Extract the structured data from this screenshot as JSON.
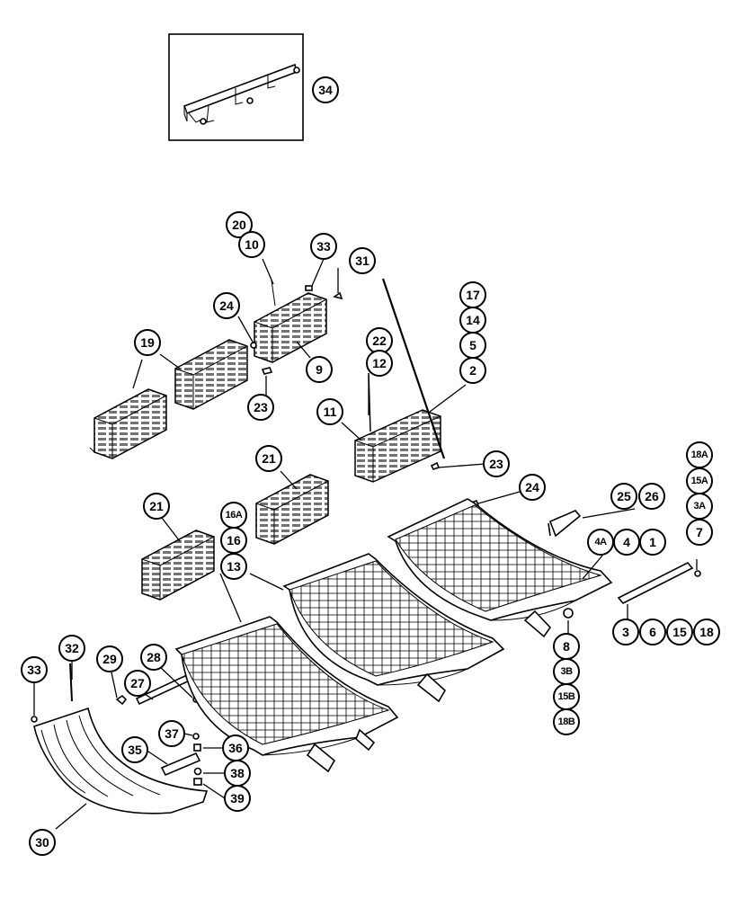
{
  "diagram": {
    "callouts": {
      "c34": "34",
      "c20": "20",
      "c10": "10",
      "c33a": "33",
      "c31": "31",
      "c24a": "24",
      "c19": "19",
      "c9": "9",
      "c23a": "23",
      "c22": "22",
      "c12": "12",
      "c11": "11",
      "c17": "17",
      "c14": "14",
      "c5": "5",
      "c2": "2",
      "c23b": "23",
      "c24b": "24",
      "c21a": "21",
      "c21b": "21",
      "c16A": "16A",
      "c16": "16",
      "c13": "13",
      "c25": "25",
      "c26": "26",
      "c18A": "18A",
      "c15A": "15A",
      "c3A": "3A",
      "c7": "7",
      "c4A": "4A",
      "c4": "4",
      "c1": "1",
      "c3": "3",
      "c6": "6",
      "c15": "15",
      "c18": "18",
      "c8": "8",
      "c3B": "3B",
      "c15B": "15B",
      "c18B": "18B",
      "c33b": "33",
      "c32": "32",
      "c29": "29",
      "c28": "28",
      "c27": "27",
      "c37": "37",
      "c36": "36",
      "c35": "35",
      "c38": "38",
      "c39": "39",
      "c30": "30"
    }
  }
}
